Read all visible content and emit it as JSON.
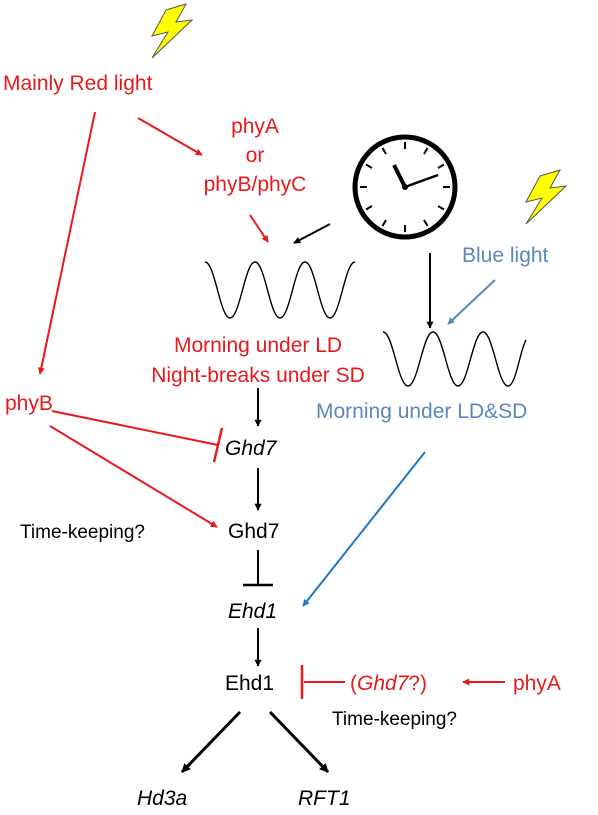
{
  "labels": {
    "mainly_red_light": "Mainly Red light",
    "phya_top": "phyA",
    "or": "or",
    "phyb_phyc": "phyB/phyC",
    "blue_light": "Blue light",
    "morning_ld": "Morning under LD",
    "night_breaks_sd": "Night-breaks under SD",
    "morning_ld_sd": "Morning under LD&SD",
    "phyb_left": "phyB",
    "ghd7_gene": "Ghd7",
    "time_keeping_left": "Time-keeping?",
    "ghd7_protein": "Ghd7",
    "ehd1_gene": "Ehd1",
    "ehd1_protein": "Ehd1",
    "paren_open": "(",
    "ghd7_question_gene": "Ghd7",
    "question_close": "?)",
    "phya_right": "phyA",
    "time_keeping_right": "Time-keeping?",
    "hd3a": "Hd3a",
    "rft1": "RFT1"
  },
  "icons": [
    "lightning-bolt-icon",
    "lightning-bolt-icon",
    "clock-icon",
    "oscillation-wave-icon",
    "oscillation-wave-icon"
  ],
  "colors": {
    "red": "#e8191c",
    "blue_text": "#5b87be",
    "blue_arrow": "#1f78c1",
    "bolt_fill": "#ffff00",
    "black": "#000000"
  }
}
